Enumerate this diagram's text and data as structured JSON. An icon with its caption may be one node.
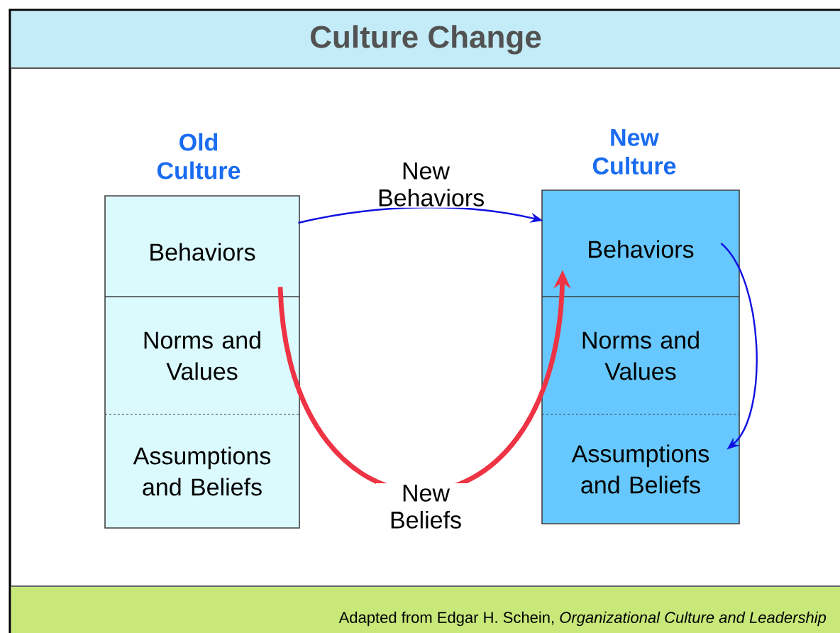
{
  "diagram": {
    "title": "Culture Change",
    "caption": "Adapted from Edgar H. Schein, *Organizational Culture and Leadership*",
    "nodes": [
      {
        "text": [
          "Old Culture"
        ]
      },
      {
        "text": [
          "Behaviors"
        ],
        "in": 0
      },
      {
        "text": [
          "Norms and Values"
        ],
        "in": 0
      },
      {
        "text": [
          "Assumptions and Beliefs"
        ],
        "in": 0
      },
      {
        "text": [
          "New Culture"
        ]
      },
      {
        "text": [
          "Behaviors"
        ],
        "in": 4
      },
      {
        "text": [
          "Norms and Values"
        ],
        "in": 4
      },
      {
        "text": [
          "Assumptions and Beliefs"
        ],
        "in": 4
      }
    ],
    "edges": [
      {
        "from": 1,
        "to": 5,
        "arrow": "to",
        "label": "New Behaviors"
      },
      {
        "from": 5,
        "to": 7,
        "arrow": "to"
      },
      {
        "from": 1,
        "to": 5,
        "arrow": "to",
        "label": "New Beliefs",
        "style": "thick",
        "color": "#ee3344"
      }
    ]
  }
}
